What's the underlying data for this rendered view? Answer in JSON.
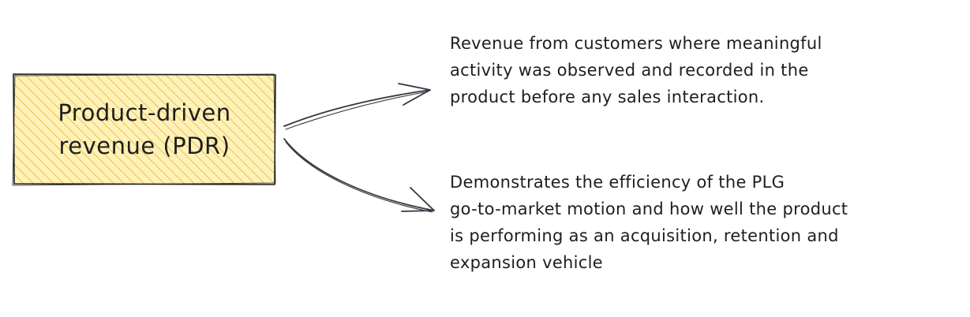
{
  "box": {
    "line1": "Product-driven",
    "line2": "revenue (PDR)",
    "fill_color": "#fff2b8",
    "hatch_color": "#e5b432",
    "stroke_color": "#1e1e1e"
  },
  "notes": {
    "definition": {
      "lines": [
        "Revenue from customers where meaningful",
        "activity was observed and recorded in the",
        "product before any sales interaction."
      ]
    },
    "significance": {
      "lines": [
        "Demonstrates the efficiency of the PLG",
        "go-to-market motion and how well the product",
        "is performing as an acquisition, retention and",
        "expansion vehicle"
      ]
    }
  },
  "arrows": [
    {
      "from": "box",
      "to": "definition"
    },
    {
      "from": "box",
      "to": "significance"
    }
  ],
  "colors": {
    "ink": "#1e1e1e",
    "arrow": "#343a40"
  }
}
